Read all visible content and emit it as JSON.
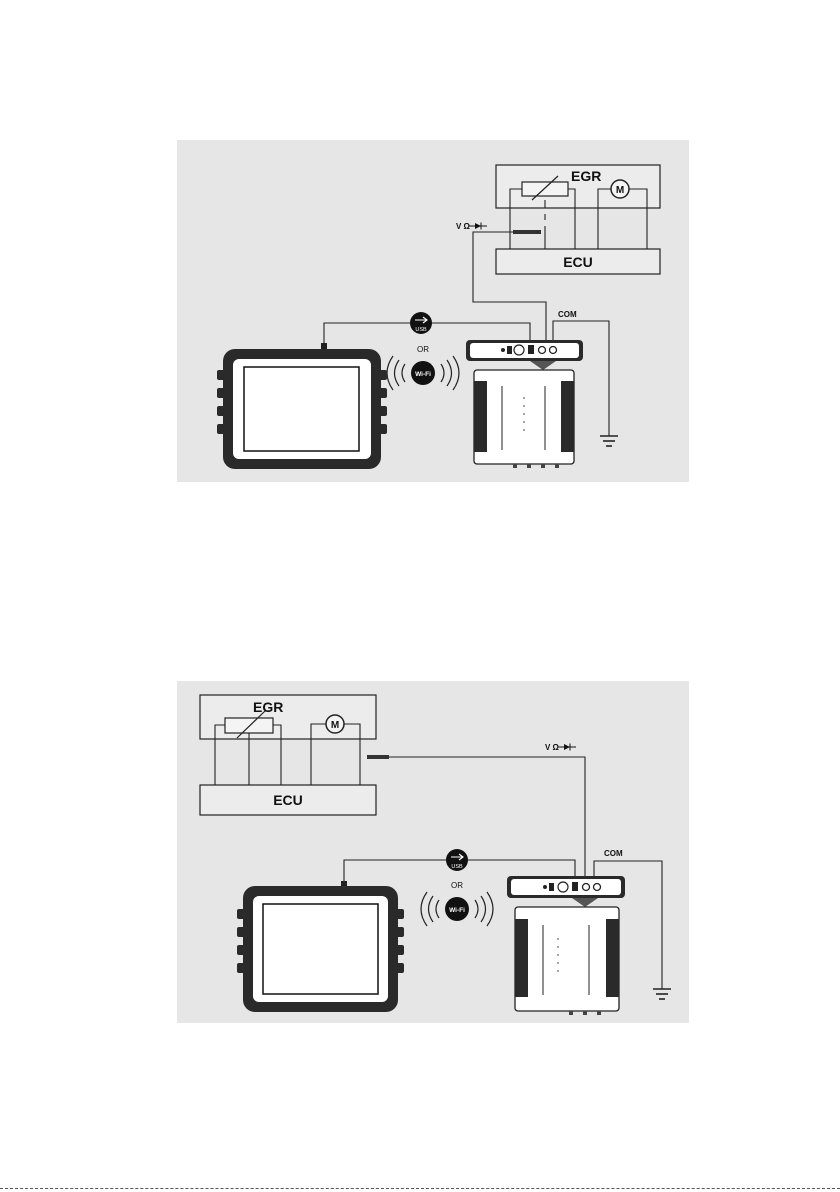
{
  "figures": [
    {
      "egr_label": "EGR",
      "motor_label": "M",
      "ecu_label": "ECU",
      "probe_label": "V Ω",
      "usb_label": "USB",
      "or_label": "OR",
      "wifi_label": "Wi-Fi",
      "com_label": "COM"
    },
    {
      "egr_label": "EGR",
      "motor_label": "M",
      "ecu_label": "ECU",
      "probe_label": "V Ω",
      "usb_label": "USB",
      "or_label": "OR",
      "wifi_label": "Wi-Fi",
      "com_label": "COM"
    }
  ],
  "colors": {
    "background": "#e6e6e6",
    "line": "#222222",
    "device_dark": "#2a2a2a",
    "badge": "#111111"
  }
}
